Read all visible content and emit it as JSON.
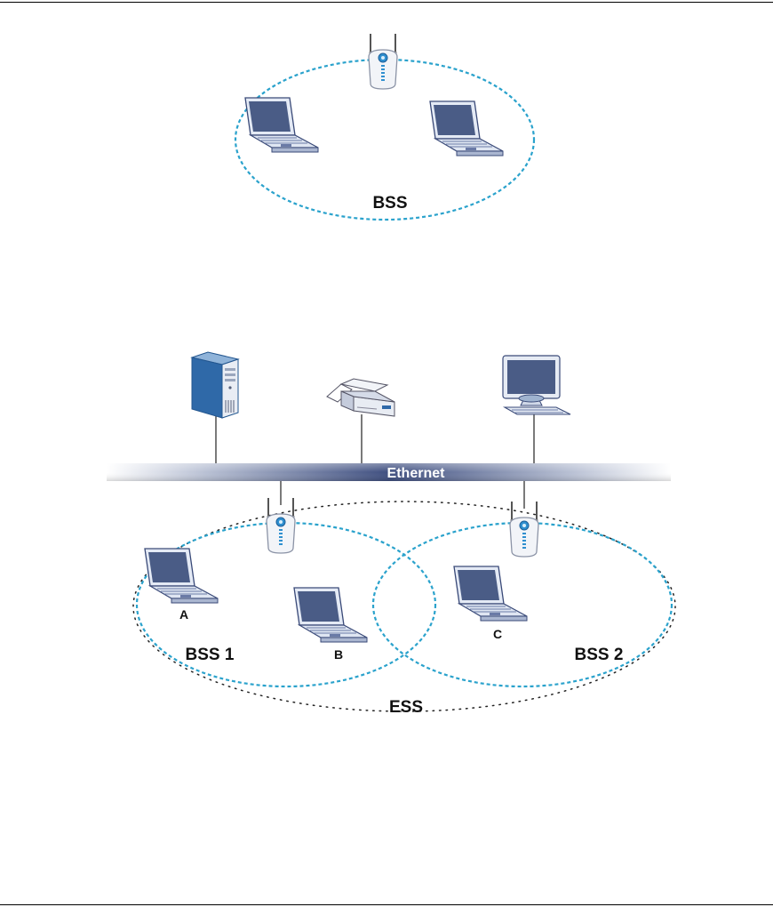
{
  "figures": {
    "bss": {
      "label": "BSS"
    },
    "ess": {
      "network_label": "Ethernet",
      "bss1_label": "BSS 1",
      "bss2_label": "BSS 2",
      "ess_label": "ESS",
      "station_a": "A",
      "station_b": "B",
      "station_c": "C"
    }
  },
  "colors": {
    "bss_outline": "#2aa2cc",
    "ess_outline": "#222222",
    "ethernet_bar": "#3f4f80",
    "laptop_screen": "#4a5c86",
    "laptop_body": "#dfe6f2",
    "computer_blue": "#2f69a8"
  }
}
